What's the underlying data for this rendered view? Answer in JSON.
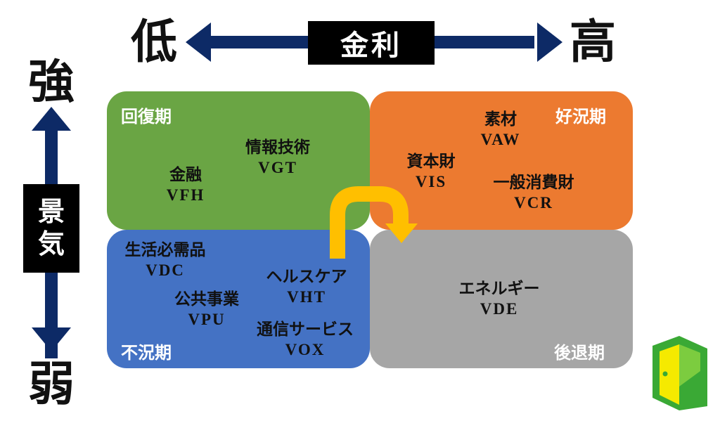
{
  "interest_rate": {
    "label": "金利",
    "low": "低",
    "high": "高"
  },
  "economy": {
    "label_line1": "景",
    "label_line2": "気",
    "strong": "強",
    "weak": "弱"
  },
  "quadrants": {
    "recovery": {
      "phase": "回復期",
      "sectors": [
        {
          "name": "金融",
          "ticker": "VFH"
        },
        {
          "name": "情報技術",
          "ticker": "VGT"
        }
      ]
    },
    "boom": {
      "phase": "好況期",
      "sectors": [
        {
          "name": "素材",
          "ticker": "VAW"
        },
        {
          "name": "資本財",
          "ticker": "VIS"
        },
        {
          "name": "一般消費財",
          "ticker": "VCR"
        }
      ]
    },
    "slump": {
      "phase": "不況期",
      "sectors": [
        {
          "name": "生活必需品",
          "ticker": "VDC"
        },
        {
          "name": "ヘルスケア",
          "ticker": "VHT"
        },
        {
          "name": "公共事業",
          "ticker": "VPU"
        },
        {
          "name": "通信サービス",
          "ticker": "VOX"
        }
      ]
    },
    "decline": {
      "phase": "後退期",
      "sectors": [
        {
          "name": "エネルギー",
          "ticker": "VDE"
        }
      ]
    }
  },
  "colors": {
    "recovery": "#6aa544",
    "boom": "#ec7a30",
    "slump": "#4472c4",
    "decline": "#a6a6a6",
    "arrow_navy": "#0d2a66",
    "cycle_arrow": "#ffbf00",
    "logo_green": "#3aa935",
    "logo_yellow": "#f5ea00"
  }
}
